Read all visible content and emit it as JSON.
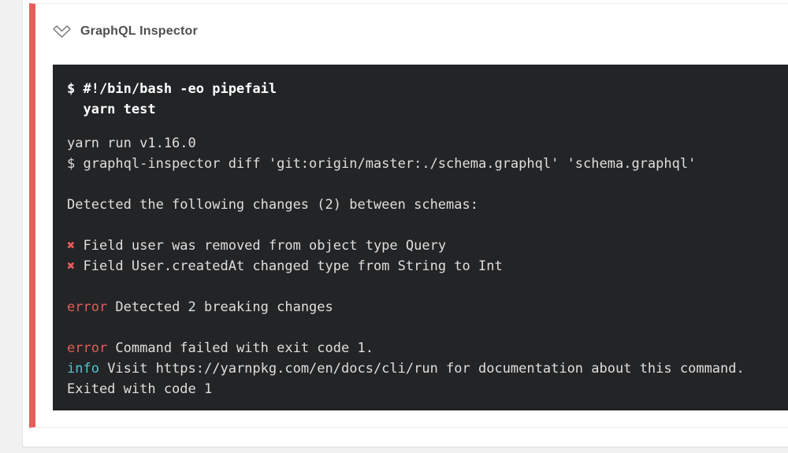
{
  "card": {
    "accent_color": "#ea5c5b",
    "header": {
      "title": "GraphQL Inspector",
      "collapse_icon": "chevron-down-icon"
    }
  },
  "terminal": {
    "background": "#222426",
    "colors": {
      "command_text": "#ffffff",
      "plain_text": "#e0dedc",
      "error_red": "#e25c5c",
      "info_cyan": "#53c5d1"
    },
    "command_lines": [
      "$ #!/bin/bash -eo pipefail",
      "  yarn test"
    ],
    "output_lines": [
      [
        {
          "c": "plain",
          "t": "yarn run v1.16.0"
        }
      ],
      [
        {
          "c": "plain",
          "t": "$ graphql-inspector diff 'git:origin/master:./schema.graphql' 'schema.graphql'"
        }
      ],
      [],
      [
        {
          "c": "plain",
          "t": "Detected the following changes (2) between schemas:"
        }
      ],
      [],
      [
        {
          "c": "red",
          "t": "✖"
        },
        {
          "c": "plain",
          "t": " Field user was removed from object type Query"
        }
      ],
      [
        {
          "c": "red",
          "t": "✖"
        },
        {
          "c": "plain",
          "t": " Field User.createdAt changed type from String to Int"
        }
      ],
      [],
      [
        {
          "c": "red",
          "t": "error"
        },
        {
          "c": "plain",
          "t": " Detected 2 breaking changes"
        }
      ],
      [],
      [
        {
          "c": "red",
          "t": "error"
        },
        {
          "c": "plain",
          "t": " Command failed with exit code 1."
        }
      ],
      [
        {
          "c": "cyan",
          "t": "info"
        },
        {
          "c": "plain",
          "t": " Visit https://yarnpkg.com/en/docs/cli/run for documentation about this command."
        }
      ],
      [
        {
          "c": "plain",
          "t": "Exited with code 1"
        }
      ]
    ]
  }
}
